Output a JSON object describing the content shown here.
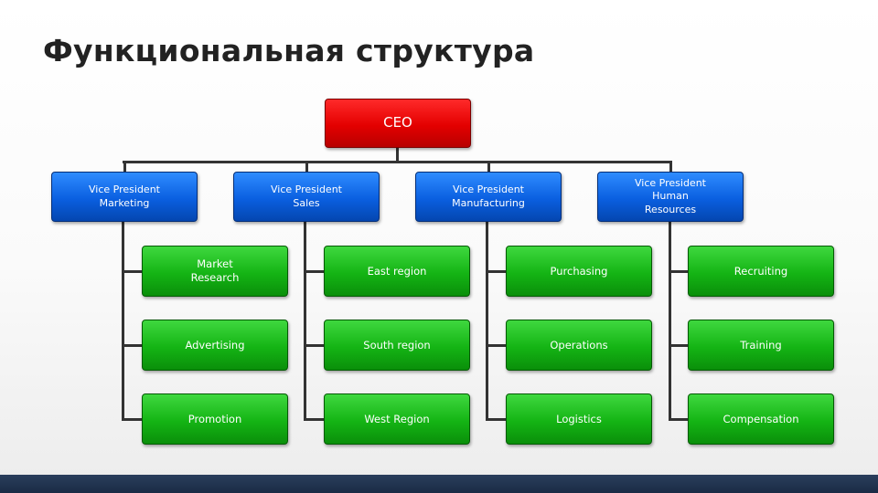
{
  "title": "Функциональная структура",
  "ceo": {
    "label": "CEO",
    "color": "#e30000"
  },
  "colors": {
    "vp": "#0a5fe0",
    "unit": "#14b414",
    "connector": "#333333"
  },
  "departments": [
    {
      "label": "Vice President\nMarketing",
      "units": [
        "Market\nResearch",
        "Advertising",
        "Promotion"
      ]
    },
    {
      "label": "Vice President\nSales",
      "units": [
        "East region",
        "South region",
        "West Region"
      ]
    },
    {
      "label": "Vice President\nManufacturing",
      "units": [
        "Purchasing",
        "Operations",
        "Logistics"
      ]
    },
    {
      "label": "Vice President\nHuman\nResources",
      "units": [
        "Recruiting",
        "Training",
        "Compensation"
      ]
    }
  ]
}
